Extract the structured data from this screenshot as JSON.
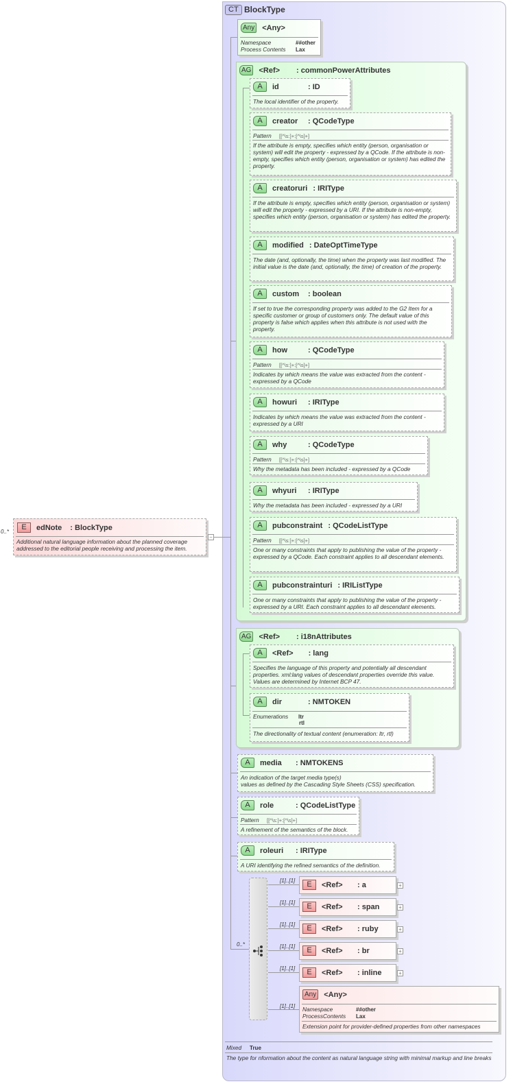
{
  "root_element": {
    "badge": "E",
    "name": "edNote",
    "type": ": BlockType",
    "cardinality": "0..*",
    "description": "Additional natural language information about the planned coverage addressed to the editorial people receiving and processing the item.",
    "collapse": "−"
  },
  "complex_type": {
    "badge": "CT",
    "name": "BlockType",
    "mixed_label": "Mixed",
    "mixed_value": "True",
    "description": "The type for nformation about the content as natural language string with minimal markup and line breaks"
  },
  "any_top": {
    "badge": "Any",
    "name": "<Any>",
    "namespace_label": "Namespace",
    "namespace_value": "##other",
    "process_label": "Process Contents",
    "process_value": "Lax"
  },
  "common_power": {
    "badge": "AG",
    "ref": "<Ref>",
    "name": ": commonPowerAttributes",
    "attributes": [
      {
        "name": "id",
        "type": ": ID",
        "description": "The local identifier of the property."
      },
      {
        "name": "creator",
        "type": ": QCodeType",
        "pattern_label": "Pattern",
        "pattern": "[[^\\s:]+:[^\\s]+]",
        "description": "If the attribute is empty, specifies which entity (person, organisation or system) will edit the property - expressed by a QCode. If the attribute is non-empty, specifies which entity (person, organisation or system) has edited the property."
      },
      {
        "name": "creatoruri",
        "type": ": IRIType",
        "description": "If the attribute is empty, specifies which entity (person, organisation or system) will edit the property - expressed by a URI. If the attribute is non-empty, specifies which entity (person, organisation or system) has edited the property."
      },
      {
        "name": "modified",
        "type": ": DateOptTimeType",
        "description": "The date (and, optionally, the time) when the property was last modified. The initial value is the date (and, optionally, the time) of creation of the property."
      },
      {
        "name": "custom",
        "type": ": boolean",
        "description": "If set to true the corresponding property was added to the G2 Item for a specific customer or group of customers only. The default value of this property is false which applies when this attribute is not used with the property."
      },
      {
        "name": "how",
        "type": ": QCodeType",
        "pattern_label": "Pattern",
        "pattern": "[[^\\s:]+:[^\\s]+]",
        "description": "Indicates by which means the value was extracted from the content - expressed by a QCode"
      },
      {
        "name": "howuri",
        "type": ": IRIType",
        "description": "Indicates by which means the value was extracted from the content - expressed by a URI"
      },
      {
        "name": "why",
        "type": ": QCodeType",
        "pattern_label": "Pattern",
        "pattern": "[[^\\s:]+:[^\\s]+]",
        "description": "Why the metadata has been included - expressed by a QCode"
      },
      {
        "name": "whyuri",
        "type": ": IRIType",
        "description": "Why the metadata has been included - expressed by a URI"
      },
      {
        "name": "pubconstraint",
        "type": ": QCodeListType",
        "pattern_label": "Pattern",
        "pattern": "[[^\\s:]+:[^\\s]+]",
        "description": "One or many constraints that apply to publishing the value of the property - expressed by a QCode. Each constraint applies to all descendant elements."
      },
      {
        "name": "pubconstrainturi",
        "type": ": IRIListType",
        "description": "One or many constraints that apply to publishing the value of the property - expressed by a URI. Each constraint applies to all descendant elements."
      }
    ]
  },
  "i18n": {
    "badge": "AG",
    "ref": "<Ref>",
    "name": ": i18nAttributes",
    "lang": {
      "ref": "<Ref>",
      "type": ": lang",
      "description": "Specifies the language of this property and potentially all descendant properties. xml:lang values of descendant properties override this value. Values are determined by Internet BCP 47."
    },
    "dir": {
      "name": "dir",
      "type": ": NMTOKEN",
      "enum_label": "Enumerations",
      "enum_values": [
        "ltr",
        "rtl"
      ],
      "description": "The directionality of textual content (enumeration: ltr, rtl)"
    }
  },
  "attributes": [
    {
      "name": "media",
      "type": ": NMTOKENS",
      "description_lines": [
        "An indication of the target media type(s)",
        "values as defined by the Cascading Style Sheets (CSS) specification."
      ]
    },
    {
      "name": "role",
      "type": ": QCodeListType",
      "pattern_label": "Pattern",
      "pattern": "[[^\\s:]+:[^\\s]+]",
      "description": "A refinement of the semantics of the block."
    },
    {
      "name": "roleuri",
      "type": ": IRIType",
      "description": "A URI identifying the refined semantics of the definition."
    }
  ],
  "choice": {
    "cardinality": "0..*",
    "elements": [
      {
        "card": "[1]..[1]",
        "ref": "<Ref>",
        "name": ": a"
      },
      {
        "card": "[1]..[1]",
        "ref": "<Ref>",
        "name": ": span"
      },
      {
        "card": "[1]..[1]",
        "ref": "<Ref>",
        "name": ": ruby"
      },
      {
        "card": "[1]..[1]",
        "ref": "<Ref>",
        "name": ": br"
      },
      {
        "card": "[1]..[1]",
        "ref": "<Ref>",
        "name": ": inline"
      }
    ],
    "any": {
      "card": "[1]..[1]",
      "badge": "Any",
      "name": "<Any>",
      "namespace_label": "Namespace",
      "namespace_value": "##other",
      "process_label": "ProcessContents",
      "process_value": "Lax",
      "description": "Extension point for provider-defined properties from other namespaces"
    }
  },
  "colors": {
    "complex_type_bg": "#d8d8fb",
    "attribute_group_bg": "#d6fad6",
    "element_bg": "#fcdada",
    "badge_green": "#8fd88f",
    "badge_red": "#f29a9a"
  }
}
